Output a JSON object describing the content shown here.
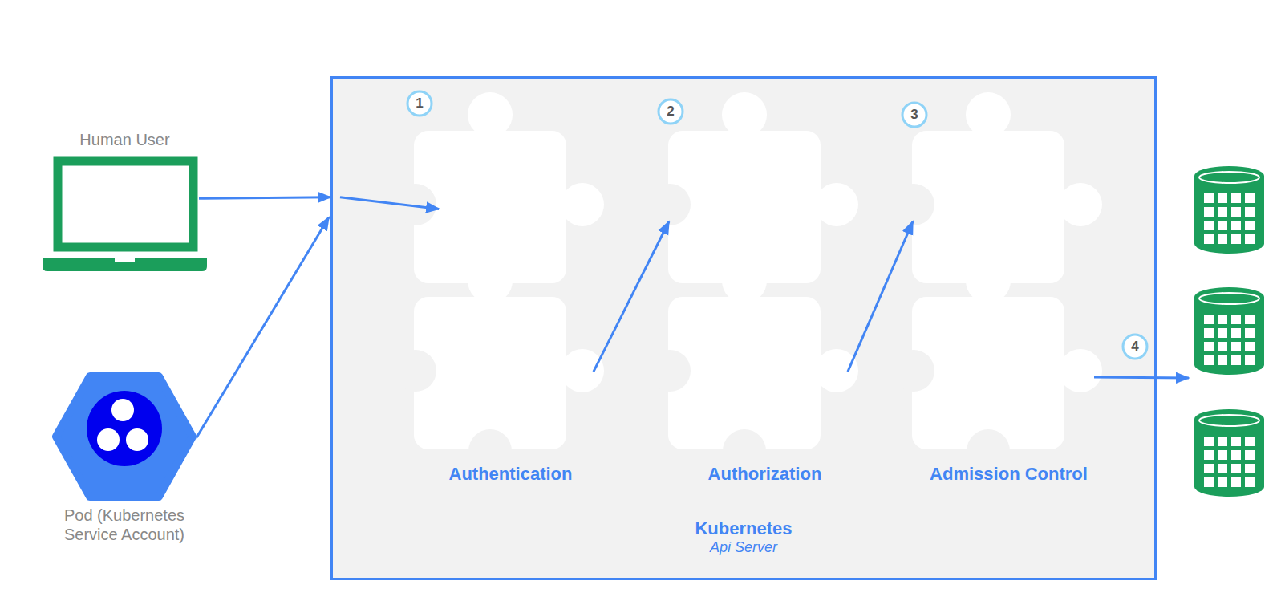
{
  "diagram": {
    "nodes": [
      {
        "text": [
          "Human User"
        ]
      },
      {
        "text": [
          "Pod (Kubernetes Service Account)"
        ]
      },
      {
        "text": [
          "Kubernetes",
          "Api Server"
        ]
      },
      {
        "text": [
          "Authentication"
        ],
        "in": 2
      },
      {
        "text": [
          "Authorization"
        ],
        "in": 2
      },
      {
        "text": [
          "Admission Control"
        ],
        "in": 2
      }
    ],
    "edges": [
      {
        "from": 0,
        "to": 2,
        "arrow": "to"
      },
      {
        "from": 1,
        "to": 2,
        "arrow": "to"
      },
      {
        "from": 2,
        "to": 3,
        "arrow": "to"
      },
      {
        "from": 3,
        "to": 4,
        "arrow": "to"
      },
      {
        "from": 4,
        "to": 5,
        "arrow": "to"
      }
    ],
    "labels": [
      "1",
      "2",
      "3",
      "4"
    ]
  }
}
